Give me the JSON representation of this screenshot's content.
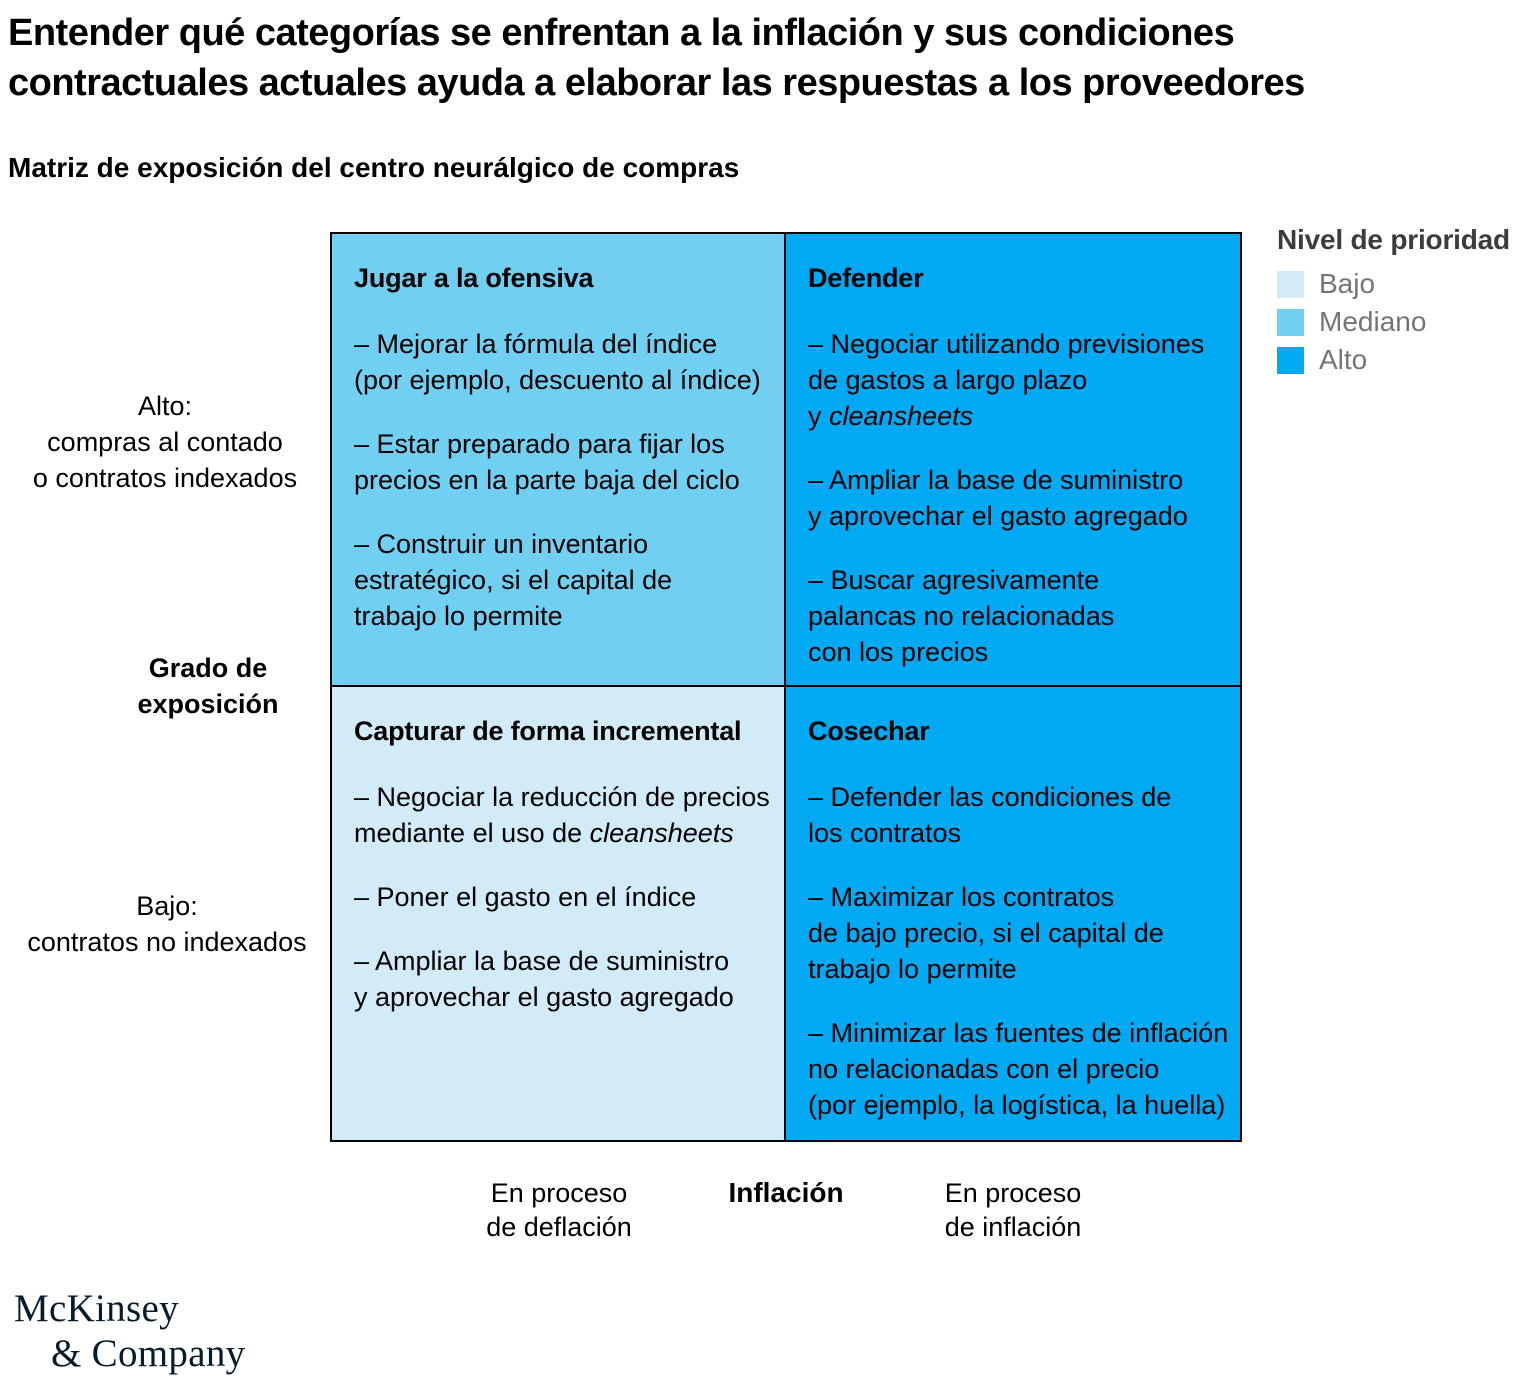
{
  "page": {
    "title_lines": [
      "Entender qué categorías se enfrentan a la inflación y sus condiciones",
      "contractuales actuales ayuda a elaborar las respuestas a los proveedores"
    ],
    "subtitle": "Matriz de exposición del centro neurálgico de compras"
  },
  "colors": {
    "low": "#d2ebf9",
    "medium": "#71cff2",
    "high": "#00a9f4",
    "border": "#000000",
    "logo_navy": "#051c2c",
    "legend_title_text": "#3c3c3c",
    "legend_label_text": "#757575"
  },
  "legend": {
    "title": "Nivel de prioridad",
    "items": [
      {
        "label": "Bajo",
        "priority": "low"
      },
      {
        "label": "Mediano",
        "priority": "medium"
      },
      {
        "label": "Alto",
        "priority": "high"
      }
    ]
  },
  "y_axis": {
    "high_label_lines": [
      "Alto:",
      "compras al contado",
      "o contratos indexados"
    ],
    "title_lines": [
      "Grado de",
      "exposición"
    ],
    "low_label_lines": [
      "Bajo:",
      "contratos no indexados"
    ]
  },
  "x_axis": {
    "left_label_lines": [
      "En proceso",
      "de deflación"
    ],
    "title": "Inflación",
    "right_label_lines": [
      "En proceso",
      "de inflación"
    ]
  },
  "matrix": {
    "quadrants": [
      {
        "title": "Jugar a la ofensiva",
        "priority": "medium",
        "bullets": [
          [
            "– Mejorar la fórmula del índice",
            "(por ejemplo, descuento al índice)"
          ],
          [
            "– Estar preparado para fijar los",
            "precios en la parte baja del ciclo"
          ],
          [
            "– Construir un inventario",
            "estratégico, si el capital de",
            "trabajo lo permite"
          ]
        ]
      },
      {
        "title": "Defender",
        "priority": "high",
        "bullets": [
          [
            "– Negociar utilizando previsiones",
            "de gastos a largo plazo",
            "y *cleansheets*"
          ],
          [
            "– Ampliar la base de suministro",
            "y aprovechar el gasto agregado"
          ],
          [
            "– Buscar agresivamente",
            "palancas no relacionadas",
            "con los precios"
          ]
        ]
      },
      {
        "title": "Capturar de forma incremental",
        "priority": "low",
        "bullets": [
          [
            "– Negociar la reducción de precios",
            "mediante el uso de *cleansheets*"
          ],
          [
            "– Poner el gasto en el índice"
          ],
          [
            "– Ampliar la base de suministro",
            "y aprovechar el gasto agregado"
          ]
        ]
      },
      {
        "title": "Cosechar",
        "priority": "high",
        "bullets": [
          [
            "– Defender las condiciones de",
            "los contratos"
          ],
          [
            "– Maximizar los contratos",
            "de bajo precio, si el capital de",
            "trabajo lo permite"
          ],
          [
            "– Minimizar las fuentes de inflación",
            "no relacionadas con el precio",
            "(por ejemplo, la logística, la huella)"
          ]
        ]
      }
    ]
  },
  "footer": {
    "logo_lines": [
      "McKinsey",
      "& Company"
    ]
  }
}
